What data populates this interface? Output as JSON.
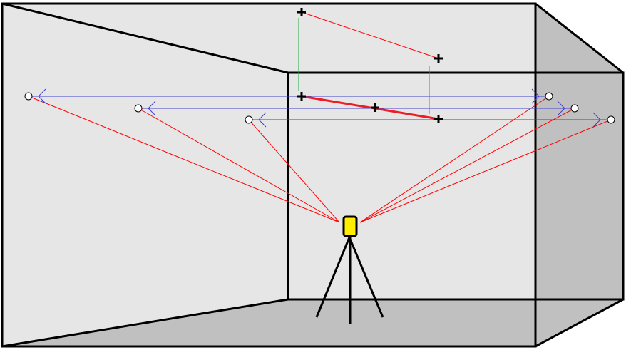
{
  "colors": {
    "wall": "#e6e6e6",
    "shade": "#c0c0c0",
    "edge": "#000000",
    "sight_line": "#ff0000",
    "measured_segment": "#ee1c24",
    "horizontal_line": "#3f3fcf",
    "vertical_line": "#22aa44",
    "instrument": "#ffee00"
  },
  "icons": {
    "point_marker": "cross",
    "target": "circle",
    "instrument": "total-station-on-tripod"
  }
}
